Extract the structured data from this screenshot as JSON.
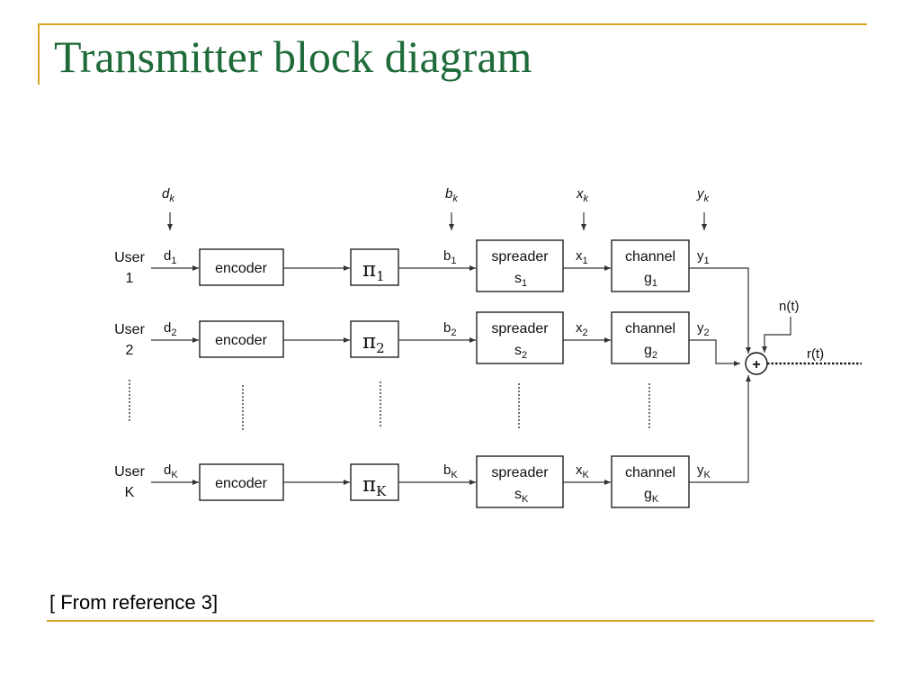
{
  "slide": {
    "title": "Transmitter block diagram",
    "caption": "[ From reference 3]",
    "accent_color": "#DAA520",
    "title_color": "#1F6B3A"
  },
  "diagram": {
    "top_labels": {
      "d": "d",
      "d_sub": "k",
      "b": "b",
      "b_sub": "k",
      "x": "x",
      "x_sub": "k",
      "y": "y",
      "y_sub": "k"
    },
    "rows": [
      {
        "user_line1": "User",
        "user_line2": "1",
        "d": "d",
        "d_sub": "1",
        "encoder": "encoder",
        "pi": "π",
        "pi_sub": "1",
        "b": "b",
        "b_sub": "1",
        "spreader_line1": "spreader",
        "spreader_line2": "s",
        "spreader_sub": "1",
        "x": "x",
        "x_sub": "1",
        "channel_line1": "channel",
        "channel_line2": "g",
        "channel_sub": "1",
        "y": "y",
        "y_sub": "1"
      },
      {
        "user_line1": "User",
        "user_line2": "2",
        "d": "d",
        "d_sub": "2",
        "encoder": "encoder",
        "pi": "π",
        "pi_sub": "2",
        "b": "b",
        "b_sub": "2",
        "spreader_line1": "spreader",
        "spreader_line2": "s",
        "spreader_sub": "2",
        "x": "x",
        "x_sub": "2",
        "channel_line1": "channel",
        "channel_line2": "g",
        "channel_sub": "2",
        "y": "y",
        "y_sub": "2"
      },
      {
        "user_line1": "User",
        "user_line2": "K",
        "d": "d",
        "d_sub": "K",
        "encoder": "encoder",
        "pi": "π",
        "pi_sub": "K",
        "b": "b",
        "b_sub": "K",
        "spreader_line1": "spreader",
        "spreader_line2": "s",
        "spreader_sub": "K",
        "x": "x",
        "x_sub": "K",
        "channel_line1": "channel",
        "channel_line2": "g",
        "channel_sub": "K",
        "y": "y",
        "y_sub": "K"
      }
    ],
    "summer_symbol": "+",
    "noise_label": "n(t)",
    "output_label": "r(t)"
  }
}
